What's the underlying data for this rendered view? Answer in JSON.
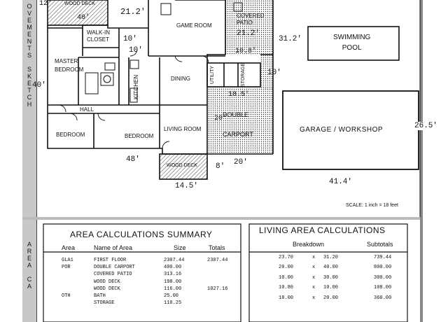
{
  "sidebar_top": {
    "text": "OVEMENTS SKETCH"
  },
  "sidebar_bottom": {
    "text": "AREA CA"
  },
  "rooms": {
    "wood_deck_top": "WOOD DECK",
    "walk_in_closet": "WALK-IN\nCLOSET",
    "master_bedroom": "MASTER\nBEDROOM",
    "game_room": "GAME ROOM",
    "covered_patio": "COVERED\nPATIO",
    "dining": "DINING",
    "kitchen": "KITCHEN",
    "utility": "UTILITY",
    "storage": "STORAGE",
    "hall": "HALL",
    "bedroom_left": "BEDROOM",
    "bedroom_right": "BEDROOM",
    "living_room": "LIVING ROOM",
    "double_carport": "DOUBLE\nCARPORT",
    "wood_deck_bottom": "WOOD DECK",
    "swimming_pool": "SWIMMING\nPOOL",
    "garage_workshop": "GARAGE / WORKSHOP"
  },
  "dims": {
    "d12": "12'",
    "d40a": "40'",
    "d21_2a": "21.2'",
    "d21_2b": "21.2'",
    "d10a": "10'",
    "d10b": "10'",
    "d10_8": "10.8'",
    "d31_2": "31.2'",
    "d40b": "40'",
    "d10c": "10'",
    "d18_5": "18.5'",
    "d20a": "20'",
    "d20b": "20'",
    "d48": "48'",
    "d8": "8'",
    "d14_5": "14.5'",
    "d26_5": "26.5'",
    "d41_4": "41.4'"
  },
  "scale": "SCALE: 1 inch = 18 feet",
  "summary": {
    "title": "AREA CALCULATIONS SUMMARY",
    "headers": {
      "area": "Area",
      "name": "Name of Area",
      "size": "Size",
      "totals": "Totals"
    },
    "rows": [
      {
        "code": "GLA1",
        "name": "FIRST FLOOR",
        "size": "2307.44",
        "total": "2307.44"
      },
      {
        "code": "POR",
        "name": "DOUBLE CARPORT",
        "size": "400.00",
        "total": ""
      },
      {
        "code": "",
        "name": "COVERED PATIO",
        "size": "313.16",
        "total": ""
      },
      {
        "code": "",
        "name": "WOOD DECK",
        "size": "198.00",
        "total": ""
      },
      {
        "code": "",
        "name": "WOOD DECK",
        "size": "116.00",
        "total": "1027.16"
      },
      {
        "code": "OTH",
        "name": "BATH",
        "size": "25.00",
        "total": ""
      },
      {
        "code": "",
        "name": "STORAGE",
        "size": "110.25",
        "total": ""
      }
    ]
  },
  "living": {
    "title": "LIVING AREA CALCULATIONS",
    "headers": {
      "breakdown": "Breakdown",
      "subtotals": "Subtotals"
    },
    "rows": [
      {
        "a": "23.70",
        "x": "x",
        "b": "31.20",
        "sub": "739.44"
      },
      {
        "a": "20.00",
        "x": "x",
        "b": "40.00",
        "sub": "800.00"
      },
      {
        "a": "10.00",
        "x": "x",
        "b": "30.00",
        "sub": "300.00"
      },
      {
        "a": "10.80",
        "x": "x",
        "b": "10.00",
        "sub": "108.00"
      },
      {
        "a": "18.00",
        "x": "x",
        "b": "20.00",
        "sub": "360.00"
      }
    ]
  }
}
